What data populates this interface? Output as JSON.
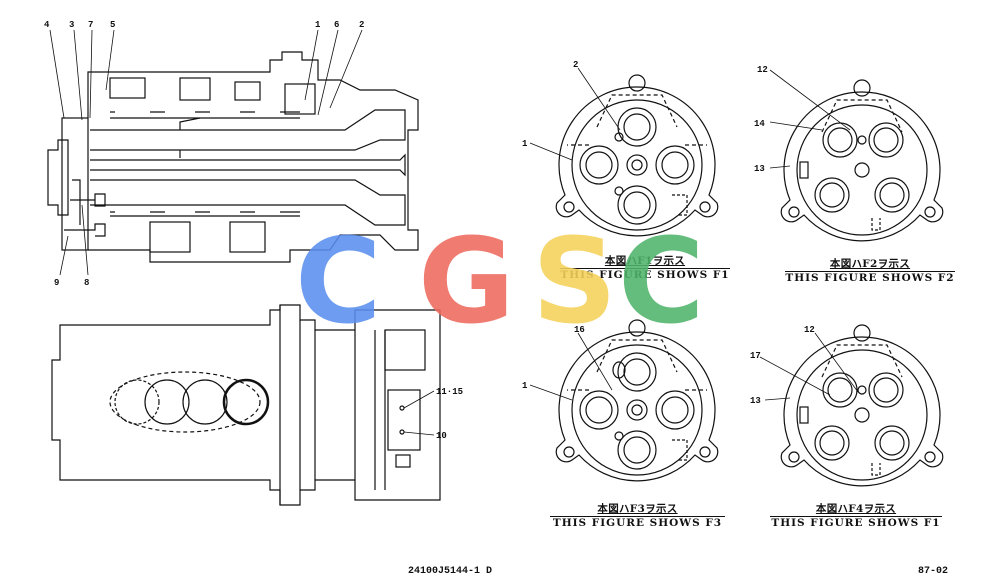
{
  "left_labels": {
    "a1": "1",
    "a2": "2",
    "a3": "3",
    "a4": "4",
    "a5": "5",
    "a6": "6",
    "a7": "7",
    "a8": "8",
    "a9": "9",
    "b10": "10",
    "b11": "11·15"
  },
  "views": [
    {
      "id": "f1",
      "labels": [
        "1",
        "2"
      ],
      "caption_jp": "本図ハF1ヲ示ス",
      "caption_en": "THIS FIGURE SHOWS F1"
    },
    {
      "id": "f2",
      "labels": [
        "12",
        "14",
        "13"
      ],
      "caption_jp": "本図ハF2ヲ示ス",
      "caption_en": "THIS FIGURE SHOWS F2"
    },
    {
      "id": "f3",
      "labels": [
        "1",
        "16"
      ],
      "caption_jp": "本図ハF3ヲ示ス",
      "caption_en": "THIS FIGURE SHOWS F3"
    },
    {
      "id": "f4",
      "labels": [
        "12",
        "17",
        "13"
      ],
      "caption_jp": "本図ハF4ヲ示ス",
      "caption_en": "THIS FIGURE SHOWS F1"
    }
  ],
  "watermark": {
    "letters": [
      "C",
      "G",
      "S",
      "C"
    ],
    "colors": [
      "#5b8ff0",
      "#ef6b5e",
      "#f5d25a",
      "#4fb46a"
    ]
  },
  "footer": {
    "drawing_no": "24100J5144-1 D",
    "page_ref": "87-02"
  }
}
